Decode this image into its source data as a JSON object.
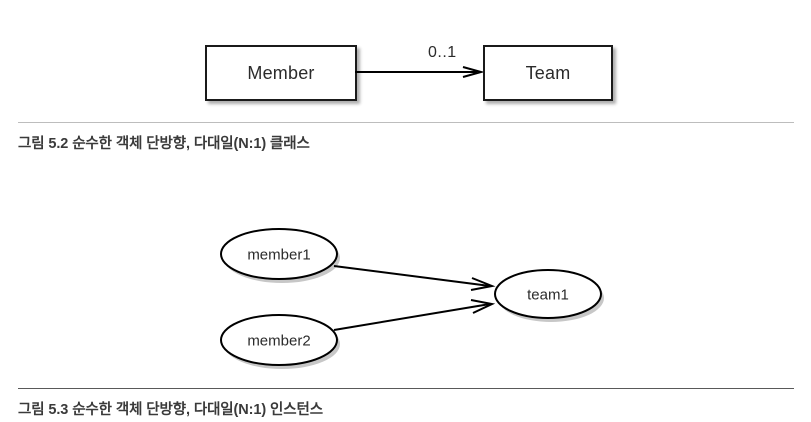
{
  "page": {
    "background": "#ffffff",
    "line_color": "#000000"
  },
  "figures": [
    {
      "id": "class-diagram",
      "type": "uml-class-diagram",
      "nodes": [
        {
          "id": "member",
          "label": "Member",
          "shape": "rectangle"
        },
        {
          "id": "team",
          "label": "Team",
          "shape": "rectangle"
        }
      ],
      "association": {
        "from": "member",
        "to": "team",
        "direction": "unidirectional",
        "multiplicity_label": "0..1"
      },
      "caption": "그림 5.2 순수한 객체 단방향, 다대일(N:1) 클래스",
      "rule_color": "#bdbdbd"
    },
    {
      "id": "instance-diagram",
      "type": "uml-object-diagram",
      "nodes": [
        {
          "id": "member1",
          "label": "member1",
          "shape": "ellipse"
        },
        {
          "id": "member2",
          "label": "member2",
          "shape": "ellipse"
        },
        {
          "id": "team1",
          "label": "team1",
          "shape": "ellipse"
        }
      ],
      "links": [
        {
          "from": "member1",
          "to": "team1",
          "direction": "unidirectional"
        },
        {
          "from": "member2",
          "to": "team1",
          "direction": "unidirectional"
        }
      ],
      "caption": "그림 5.3 순수한 객체 단방향, 다대일(N:1) 인스턴스",
      "rule_color": "#595959"
    }
  ]
}
